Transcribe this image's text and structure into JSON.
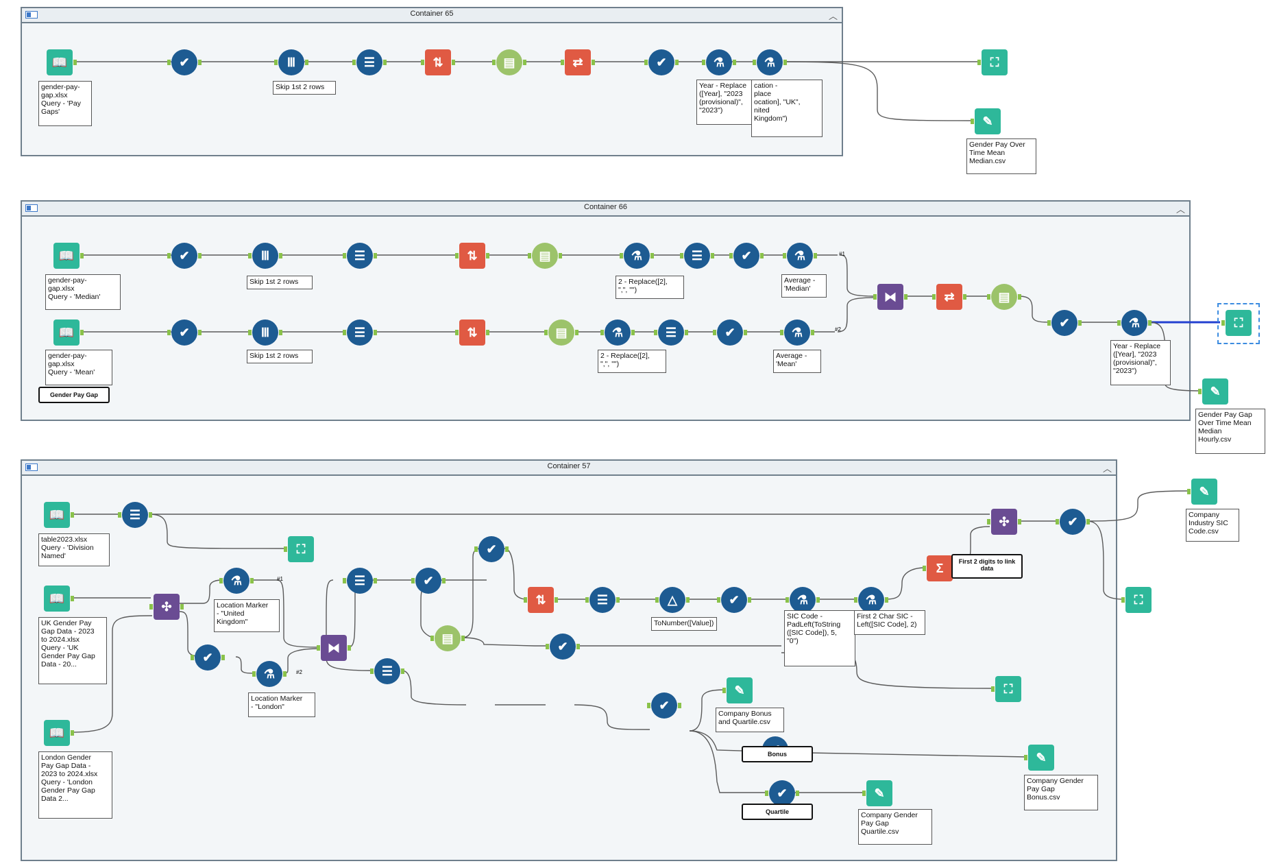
{
  "containers": [
    {
      "title": "Container 65"
    },
    {
      "title": "Container 66"
    },
    {
      "title": "Container 57"
    }
  ],
  "colors": {
    "blue_tool": "#1d5b92",
    "red_tool": "#e05a43",
    "green_tool": "#2eb89a",
    "olive_tool": "#9cc36a",
    "purple_tool": "#6a4c93",
    "connector": "#8ac24a",
    "wire": "#5a5a5a",
    "selected_wire": "#2340d0"
  },
  "tools": {
    "c65": [
      {
        "icon": "book-icon"
      },
      {
        "icon": "checkmark-icon"
      },
      {
        "icon": "sample-icon"
      },
      {
        "icon": "select-icon"
      },
      {
        "icon": "sort-icon"
      },
      {
        "icon": "filter-icon"
      },
      {
        "icon": "transpose-icon"
      },
      {
        "icon": "checkmark-icon"
      },
      {
        "icon": "formula-flask-icon"
      },
      {
        "icon": "formula-flask-icon"
      },
      {
        "icon": "binoculars-icon"
      },
      {
        "icon": "output-icon"
      }
    ]
  },
  "annotations": {
    "c65_input": "gender-pay-\ngap.xlsx\nQuery - 'Pay\nGaps'",
    "c65_sample": "Skip 1st 2 rows",
    "c65_formula1": "Year - Replace\n([Year], \"2023\n(provisional)\",\n\"2023\")",
    "c65_formula2": "cation -\nplace\nocation], \"UK\",\nnited\nKingdom\")",
    "c65_output": "Gender Pay Over\nTime Mean\nMedian.csv",
    "c66_input1": "gender-pay-\ngap.xlsx\nQuery - 'Median'",
    "c66_sample1": "Skip 1st 2 rows",
    "c66_replace1": "2 - Replace([2],\n\",\", \"\")",
    "c66_avg1": "Average -\n'Median'",
    "c66_input2": "gender-pay-\ngap.xlsx\nQuery - 'Mean'",
    "c66_sample2": "Skip 1st 2 rows",
    "c66_replace2": "2 - Replace([2],\n\",\", \"\")",
    "c66_avg2": "Average -\n'Mean'",
    "c66_formula": "Year - Replace\n([Year], \"2023\n(provisional)\",\n\"2023\")",
    "c66_output": "Gender Pay Gap\nOver Time Mean\nMedian\nHourly.csv",
    "c57_input1": "table2023.xlsx\nQuery - 'Division\nNamed'",
    "c57_input2": "UK Gender Pay\nGap Data - 2023\nto 2024.xlsx\nQuery - 'UK\nGender Pay Gap\nData - 20...",
    "c57_input3": "London Gender\nPay Gap Data -\n2023 to 2024.xlsx\nQuery - 'London\nGender Pay Gap\nData 2...",
    "c57_loc1": "Location Marker\n- \"United\nKingdom\"",
    "c57_loc2": "Location Marker\n- \"London\"",
    "c57_tonum": "ToNumber([Value])",
    "c57_sic1": "SIC Code -\nPadLeft(ToString\n([SIC Code]), 5,\n\"0\")",
    "c57_sic2": "First 2 Char SIC -\nLeft([SIC Code], 2)",
    "c57_sum_label": "First 2 digits to link data",
    "c57_out_industry": "Company\nIndustry SIC\nCode.csv",
    "c57_out_bonus_quartile": "Company Bonus\nand Quartile.csv",
    "c57_out_bonus": "Company Gender\nPay Gap\nBonus.csv",
    "c57_out_quartile": "Company Gender\nPay Gap\nQuartile.csv"
  },
  "tags": {
    "gender_pay_gap": "Gender Pay Gap",
    "bonus": "Bonus",
    "quartile": "Quartile"
  },
  "markers": {
    "c66_top": "#1",
    "c66_bottom": "#2",
    "c57_top": "#1",
    "c57_bottom": "#2"
  }
}
